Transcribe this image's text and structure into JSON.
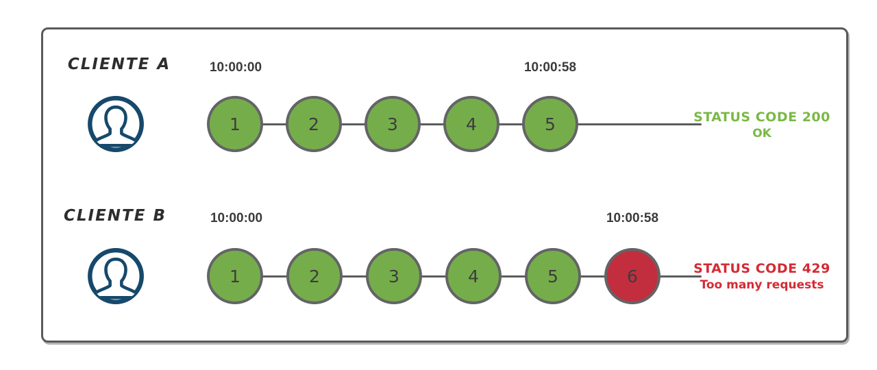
{
  "colors": {
    "frame_border": "#58595b",
    "line_gray": "#5a5b5d",
    "circle_border": "#636466",
    "ok_green": "#76ad4b",
    "blocked_red": "#c22e3e",
    "status_ok_green": "#79b944",
    "status_error_red": "#d42a33",
    "icon_navy": "#16496b",
    "text_dark": "#3a3a3a",
    "client_text": "#2d2d2d"
  },
  "rows": [
    {
      "client_label": "CLIENTE A",
      "start_time": "10:00:00",
      "end_time": "10:00:58",
      "requests": [
        {
          "label": "1",
          "state": "ok"
        },
        {
          "label": "2",
          "state": "ok"
        },
        {
          "label": "3",
          "state": "ok"
        },
        {
          "label": "4",
          "state": "ok"
        },
        {
          "label": "5",
          "state": "ok"
        }
      ],
      "status": {
        "line1": "STATUS CODE 200",
        "line2": "OK",
        "state": "ok"
      }
    },
    {
      "client_label": "CLIENTE B",
      "start_time": "10:00:00",
      "end_time": "10:00:58",
      "requests": [
        {
          "label": "1",
          "state": "ok"
        },
        {
          "label": "2",
          "state": "ok"
        },
        {
          "label": "3",
          "state": "ok"
        },
        {
          "label": "4",
          "state": "ok"
        },
        {
          "label": "5",
          "state": "ok"
        },
        {
          "label": "6",
          "state": "blocked"
        }
      ],
      "status": {
        "line1": "STATUS CODE 429",
        "line2": "Too many requests",
        "state": "error"
      }
    }
  ]
}
